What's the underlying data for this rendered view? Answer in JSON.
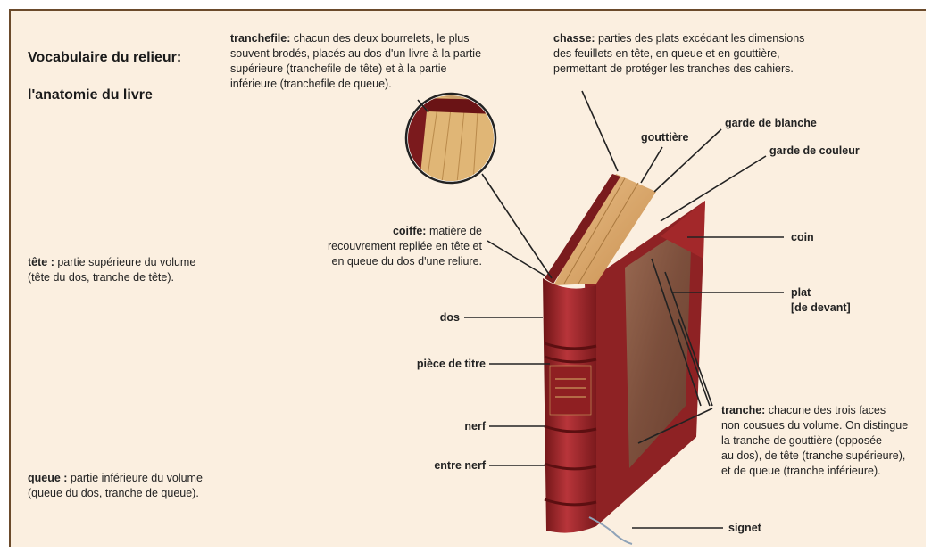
{
  "title": {
    "line1": "Vocabulaire du relieur:",
    "line2": "l'anatomie du livre"
  },
  "tranchefile": {
    "term": "tranchefile:",
    "desc": " chacun des deux bourrelets, le plus\nsouvent brodés, placés au dos d'un livre à la partie\nsupérieure (tranchefile de tête) et à la partie\ninférieure (tranchefile de queue)."
  },
  "chasse": {
    "term": "chasse:",
    "desc": " parties des plats excédant les dimensions\ndes feuillets en tête, en queue et en gouttière,\npermettant de protéger les tranches des cahiers."
  },
  "tete": {
    "term": "tête :",
    "desc": " partie supérieure du volume\n(tête du dos, tranche de tête)."
  },
  "queue": {
    "term": "queue :",
    "desc": " partie inférieure du volume\n(queue du dos, tranche de queue)."
  },
  "coiffe": {
    "term": "coiffe:",
    "desc": " matière de\nrecouvrement repliée en tête et\nen queue du dos d'une reliure."
  },
  "tranche": {
    "term": "tranche:",
    "desc": " chacune des trois faces\nnon cousues du volume. On distingue\nla tranche de gouttière (opposée\nau dos), de tête (tranche supérieure),\net de queue (tranche inférieure)."
  },
  "labels": {
    "gouttiere": "gouttière",
    "garde_blanche": "garde de blanche",
    "garde_couleur": "garde de couleur",
    "coin": "coin",
    "plat": "plat\n[de devant]",
    "dos": "dos",
    "piece_titre": "pièce de titre",
    "nerf": "nerf",
    "entre_nerf": "entre nerf",
    "signet": "signet"
  },
  "colors": {
    "background": "#fbefe0",
    "frame": "#6b4a2b",
    "leather": "#a3282a",
    "pages": "#d9a865"
  }
}
